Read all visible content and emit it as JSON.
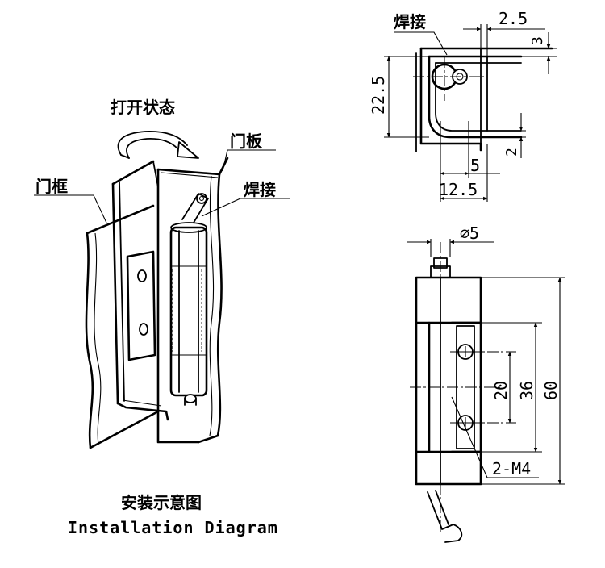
{
  "installation": {
    "caption_cn": "安装示意图",
    "caption_en": "Installation Diagram",
    "label_open_state": "打开状态",
    "label_door_panel": "门板",
    "label_door_frame": "门框",
    "label_weld": "焊接"
  },
  "top_view": {
    "label_weld": "焊接",
    "dim_2_5": "2.5",
    "dim_3": "3",
    "dim_22_5": "22.5",
    "dim_2": "2",
    "dim_5": "5",
    "dim_12_5": "12.5"
  },
  "front_view": {
    "dim_phi5": "⌀5",
    "dim_20": "20",
    "dim_36": "36",
    "dim_60": "60",
    "hole_label": "2-M4"
  }
}
